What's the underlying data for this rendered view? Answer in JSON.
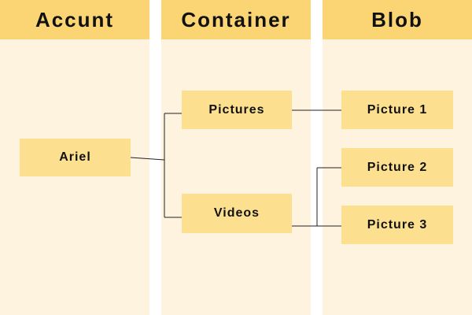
{
  "columns": [
    {
      "title": "Accunt"
    },
    {
      "title": "Container"
    },
    {
      "title": "Blob"
    }
  ],
  "account": {
    "label": "Ariel"
  },
  "containers": [
    {
      "label": "Pictures"
    },
    {
      "label": "Videos"
    }
  ],
  "blobs": [
    {
      "label": "Picture 1"
    },
    {
      "label": "Picture 2"
    },
    {
      "label": "Picture 3"
    }
  ],
  "colors": {
    "column_bg": "#fdf3df",
    "header_bg": "#fbd574",
    "node_bg": "#fde08f",
    "line": "#222222"
  }
}
